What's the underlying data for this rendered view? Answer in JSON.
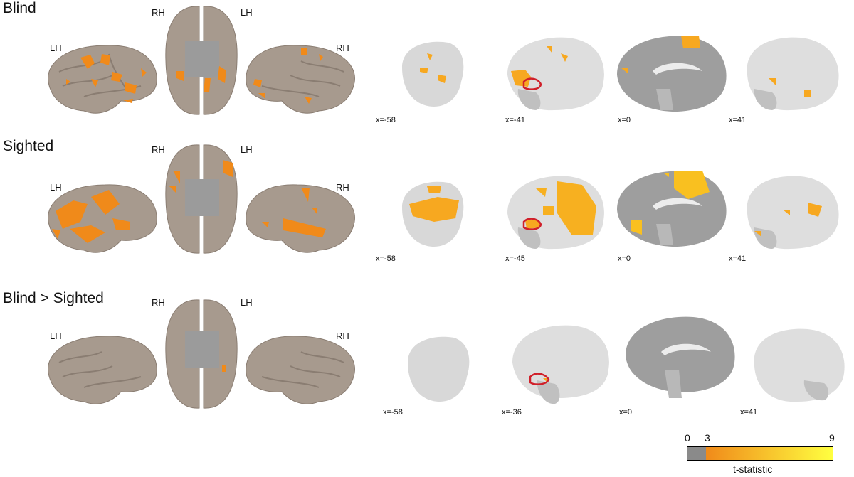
{
  "colors": {
    "cortex": "#a79a8e",
    "cortex_dark": "#8a7d72",
    "midbrain_gray": "#9b9b9b",
    "slice_bg": "#c8c8c8",
    "slice_white": "#ececec",
    "activation_low": "#f08a1a",
    "activation_high": "#ffd21a",
    "roi_outline": "#d0202a",
    "colorbar_gray": "#8a8a8a"
  },
  "rows": [
    {
      "title": "Blind",
      "hemi": {
        "lh": "LH",
        "rh": "RH",
        "top_rh": "RH",
        "top_lh": "LH"
      },
      "slices": [
        "x=-58",
        "x=-41",
        "x=0",
        "x=41"
      ]
    },
    {
      "title": "Sighted",
      "hemi": {
        "lh": "LH",
        "rh": "RH",
        "top_rh": "RH",
        "top_lh": "LH"
      },
      "slices": [
        "x=-58",
        "x=-45",
        "x=0",
        "x=41"
      ]
    },
    {
      "title": "Blind > Sighted",
      "hemi": {
        "lh": "LH",
        "rh": "RH",
        "top_rh": "RH",
        "top_lh": "LH"
      },
      "slices": [
        "x=-58",
        "x=-36",
        "x=0",
        "x=41"
      ]
    }
  ],
  "colorbar": {
    "title": "t-statistic",
    "ticks": [
      "0",
      "3",
      "9"
    ],
    "threshold_fraction": 0.13
  }
}
